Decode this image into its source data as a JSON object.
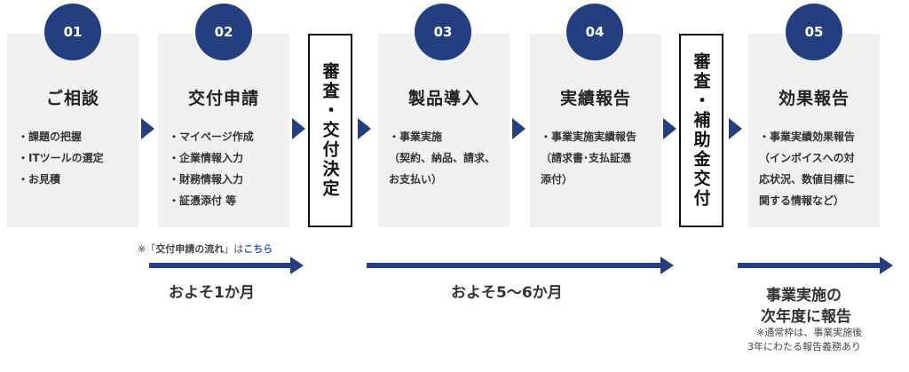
{
  "steps": [
    {
      "number": "01",
      "title": "ご相談",
      "items": [
        "・課題の把握",
        "・ITツールの選定",
        "・お見積"
      ]
    },
    {
      "number": "02",
      "title": "交付申請",
      "items": [
        "・マイページ作成",
        "・企業情報入力",
        "・財務情報入力",
        "・証憑添付 等"
      ]
    },
    {
      "number": "03",
      "title": "製品導入",
      "items": [
        "・事業実施",
        "（契約、納品、請求、",
        "お支払い）"
      ]
    },
    {
      "number": "04",
      "title": "実績報告",
      "items": [
        "・事業実施実績報告",
        "（請求書･支払証憑",
        "添付）"
      ]
    },
    {
      "number": "05",
      "title": "効果報告",
      "items": [
        "・事業実績効果報告",
        "（インボイスへの対",
        "応状況、数値目標に",
        "関する情報など）"
      ]
    }
  ],
  "reviews": {
    "first": "審査・交付決定",
    "second": "審査・補助金交付"
  },
  "note_flow": {
    "prefix": "※「",
    "flow_name": "交付申請の流れ",
    "mid": "」は",
    "link_text": "こちら"
  },
  "durations": {
    "first": "およそ1か月",
    "second": "およそ5〜6か月",
    "third_line1": "事業実施の",
    "third_line2": "次年度に報告"
  },
  "footnote": {
    "line1": "※通常枠は、事業実施後",
    "line2": "3年にわたる報告義務あり"
  },
  "colors": {
    "accent": "#233f80",
    "card_bg": "#f0f0f0",
    "link": "#2a56c6"
  }
}
